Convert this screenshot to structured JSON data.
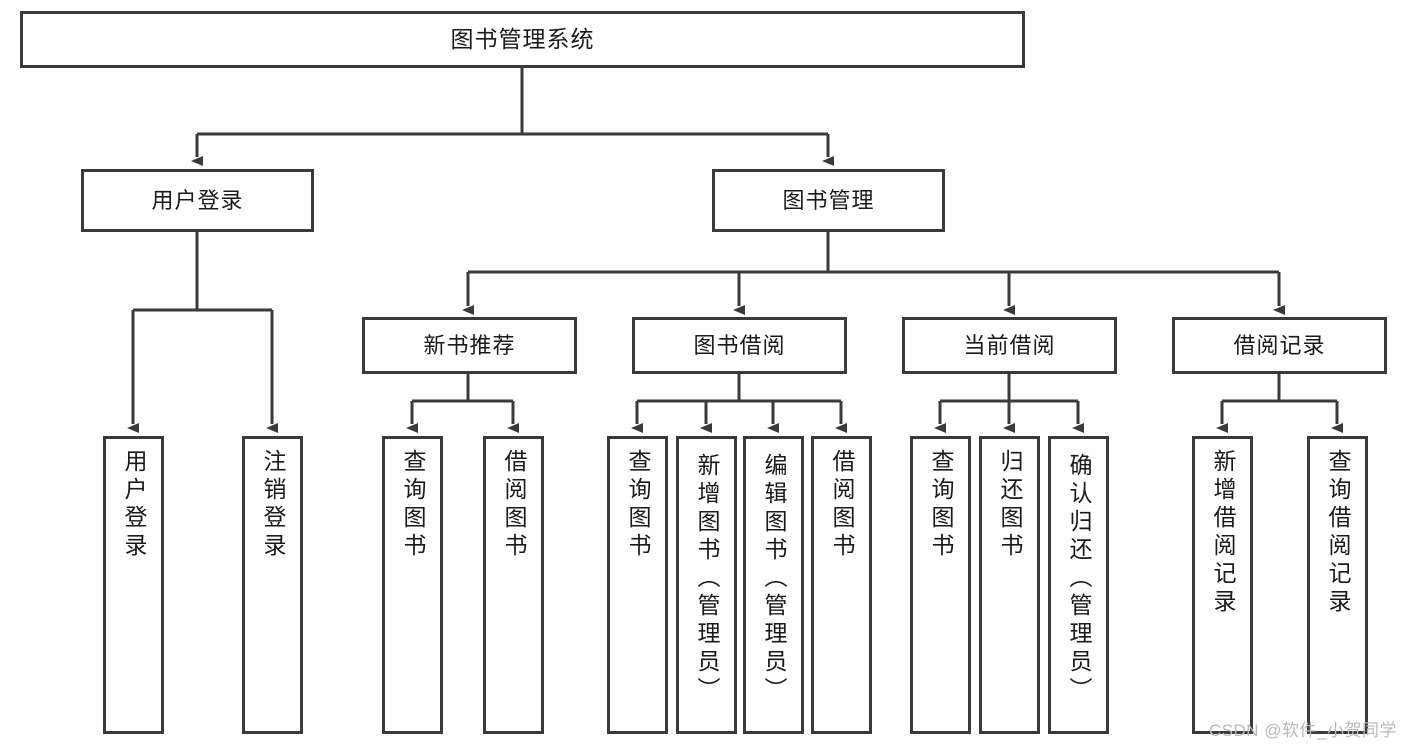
{
  "diagram": {
    "type": "tree-hierarchy",
    "title": "图书管理系统",
    "watermark": "CSDN @软件_小贺同学",
    "colors": {
      "border": "#3a3a3a",
      "background": "#ffffff",
      "text": "#1a1a1a",
      "watermark": "#b9b9b9"
    },
    "levels": {
      "level1": [
        {
          "id": "root",
          "label": "图书管理系统"
        }
      ],
      "level2": [
        {
          "id": "user-login",
          "label": "用户登录"
        },
        {
          "id": "book-management",
          "label": "图书管理"
        }
      ],
      "level3": [
        {
          "id": "new-book-recommend",
          "label": "新书推荐"
        },
        {
          "id": "book-borrow",
          "label": "图书借阅"
        },
        {
          "id": "current-borrow",
          "label": "当前借阅"
        },
        {
          "id": "borrow-record",
          "label": "借阅记录"
        }
      ],
      "level4": [
        {
          "id": "leaf-user-login",
          "label": "用户登录"
        },
        {
          "id": "leaf-logout-login",
          "label": "注销登录"
        },
        {
          "id": "leaf-query-book-1",
          "label": "查询图书"
        },
        {
          "id": "leaf-borrow-book-1",
          "label": "借阅图书"
        },
        {
          "id": "leaf-query-book-2",
          "label": "查询图书"
        },
        {
          "id": "leaf-add-book-admin",
          "label": "新增图书（管理员）"
        },
        {
          "id": "leaf-edit-book-admin",
          "label": "编辑图书（管理员）"
        },
        {
          "id": "leaf-borrow-book-2",
          "label": "借阅图书"
        },
        {
          "id": "leaf-query-book-3",
          "label": "查询图书"
        },
        {
          "id": "leaf-return-book",
          "label": "归还图书"
        },
        {
          "id": "leaf-confirm-return-admin",
          "label": "确认归还（管理员）"
        },
        {
          "id": "leaf-add-borrow-record",
          "label": "新增借阅记录"
        },
        {
          "id": "leaf-query-borrow-record",
          "label": "查询借阅记录"
        }
      ]
    },
    "edges": [
      {
        "from": "root",
        "to": "user-login"
      },
      {
        "from": "root",
        "to": "book-management"
      },
      {
        "from": "user-login",
        "to": "leaf-user-login"
      },
      {
        "from": "user-login",
        "to": "leaf-logout-login"
      },
      {
        "from": "book-management",
        "to": "new-book-recommend"
      },
      {
        "from": "book-management",
        "to": "book-borrow"
      },
      {
        "from": "book-management",
        "to": "current-borrow"
      },
      {
        "from": "book-management",
        "to": "borrow-record"
      },
      {
        "from": "new-book-recommend",
        "to": "leaf-query-book-1"
      },
      {
        "from": "new-book-recommend",
        "to": "leaf-borrow-book-1"
      },
      {
        "from": "book-borrow",
        "to": "leaf-query-book-2"
      },
      {
        "from": "book-borrow",
        "to": "leaf-add-book-admin"
      },
      {
        "from": "book-borrow",
        "to": "leaf-edit-book-admin"
      },
      {
        "from": "book-borrow",
        "to": "leaf-borrow-book-2"
      },
      {
        "from": "current-borrow",
        "to": "leaf-query-book-3"
      },
      {
        "from": "current-borrow",
        "to": "leaf-return-book"
      },
      {
        "from": "current-borrow",
        "to": "leaf-confirm-return-admin"
      },
      {
        "from": "borrow-record",
        "to": "leaf-add-borrow-record"
      },
      {
        "from": "borrow-record",
        "to": "leaf-query-borrow-record"
      }
    ]
  }
}
